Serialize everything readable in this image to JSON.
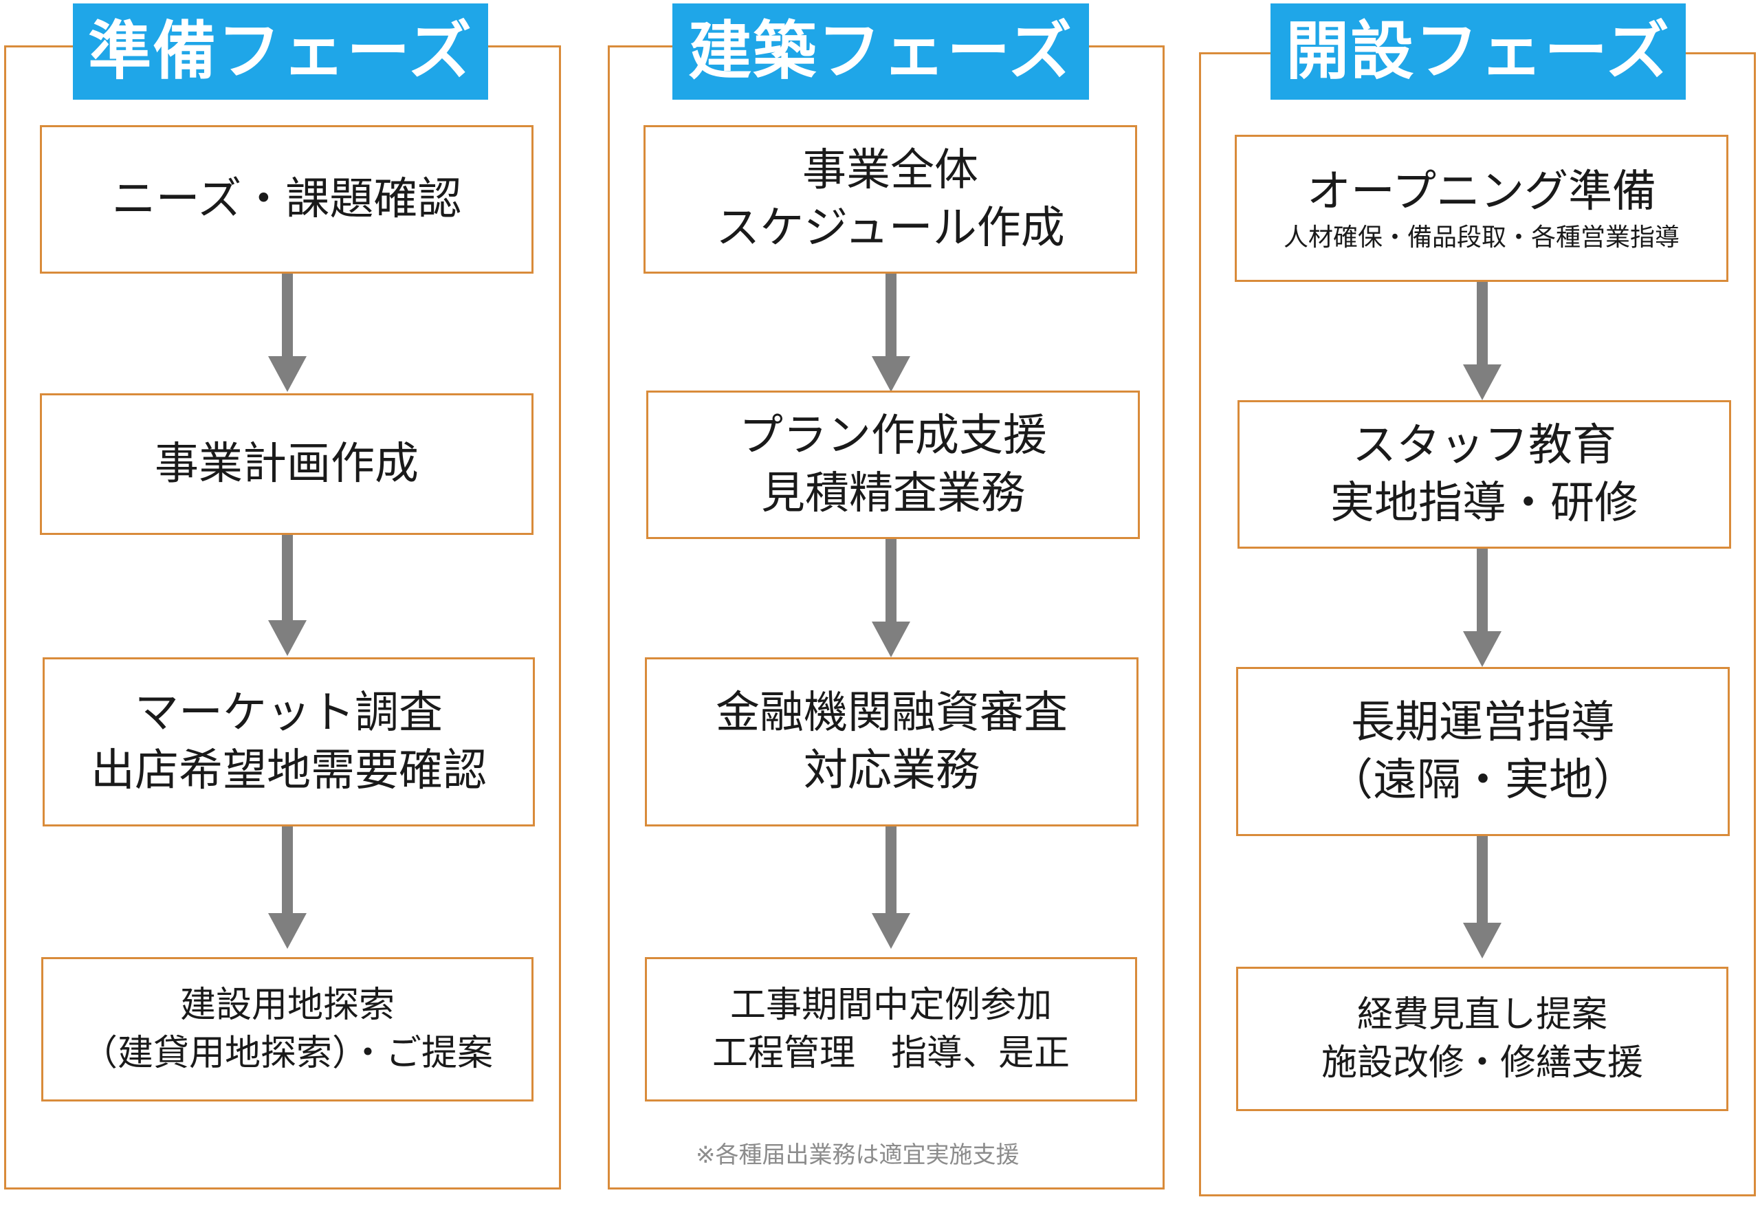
{
  "colors": {
    "frame": "#d98b3a",
    "title_bg": "#1fa6e8",
    "arrow": "#7f7f7f",
    "note": "#8c8c8c"
  },
  "phases": [
    {
      "title": "準備フェーズ",
      "steps": [
        {
          "lines": [
            "ニーズ・課題確認"
          ]
        },
        {
          "lines": [
            "事業計画作成"
          ]
        },
        {
          "lines": [
            "マーケット調査",
            "出店希望地需要確認"
          ]
        },
        {
          "lines": [
            "建設用地探索",
            "（建貸用地探索）・ご提案"
          ]
        }
      ]
    },
    {
      "title": "建築フェーズ",
      "steps": [
        {
          "lines": [
            "事業全体",
            "スケジュール作成"
          ]
        },
        {
          "lines": [
            "プラン作成支援",
            "見積精査業務"
          ]
        },
        {
          "lines": [
            "金融機関融資審査",
            "対応業務"
          ]
        },
        {
          "lines": [
            "工事期間中定例参加",
            "工程管理　指導、是正"
          ]
        }
      ],
      "note": "※各種届出業務は適宜実施支援"
    },
    {
      "title": "開設フェーズ",
      "steps": [
        {
          "lines": [
            "オープニング準備"
          ],
          "sub": "人材確保・備品段取・各種営業指導"
        },
        {
          "lines": [
            "スタッフ教育",
            "実地指導・研修"
          ]
        },
        {
          "lines": [
            "長期運営指導",
            "（遠隔・実地）"
          ]
        },
        {
          "lines": [
            "経費見直し提案",
            "施設改修・修繕支援"
          ]
        }
      ]
    }
  ]
}
